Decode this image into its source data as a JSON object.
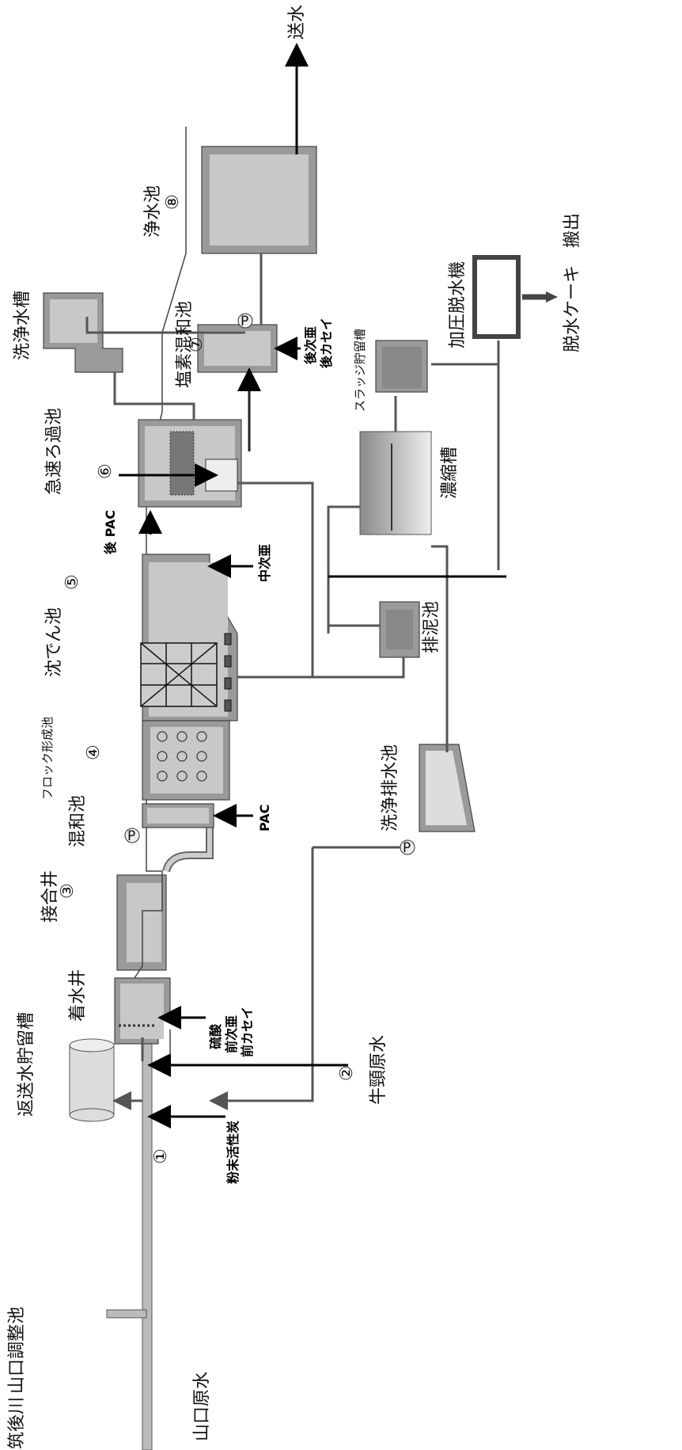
{
  "title": "",
  "labels": {
    "chikugo_river": "筑後川",
    "yamaguchi_pond": "山口調整池",
    "yamaguchi_raw": "山口原水",
    "gozu_raw": "牛頸原水",
    "return_tank": "返送水貯留槽",
    "receiving_well": "着水井",
    "connection_well": "接合井",
    "mixing_pond": "混和池",
    "floc_pond": "フロック形成池",
    "settling_pond": "沈でん池",
    "filter_pond": "急速ろ過池",
    "chlorine_mix_pond": "塩素混和池",
    "clear_well": "浄水池",
    "wash_water_tank": "洗浄水槽",
    "send_water": "送水",
    "sludge_tank": "スラッジ貯留槽",
    "thickener": "濃縮槽",
    "dewatering": "加圧脱水機",
    "cake_out": "脱水ケーキ　搬出",
    "drain_pond": "排泥池",
    "wash_drain_pond": "洗浄排水池"
  },
  "chemicals": {
    "powder_carbon": "粉末活性炭",
    "pre_chem_1": "硫酸",
    "pre_chem_2": "前次亜",
    "pre_chem_3": "前カセイ",
    "pac": "PAC",
    "mid_chlorine": "中次亜",
    "post_pac": "後 PAC",
    "post_chem_1": "後次亜",
    "post_chem_2": "後カセイ"
  },
  "steps": [
    "①",
    "②",
    "③",
    "④",
    "⑤",
    "⑥",
    "⑦",
    "⑧"
  ],
  "pump_symbol": "P",
  "colors": {
    "wall": "#9a9a9a",
    "water": "#c8c8c8",
    "pipe": "#555555"
  }
}
